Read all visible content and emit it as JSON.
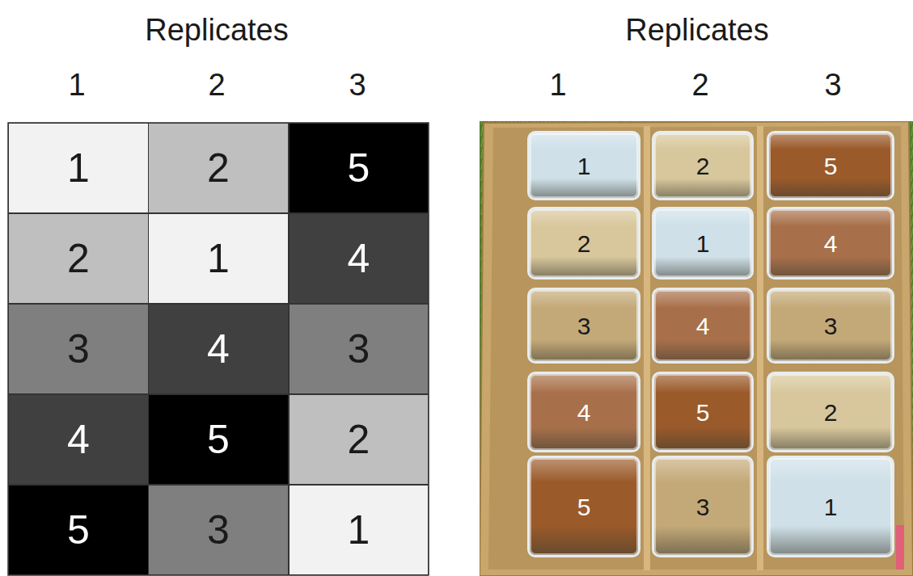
{
  "diagram": {
    "nodes": [
      {
        "text": [
          "1"
        ]
      },
      {
        "text": [
          "2"
        ]
      },
      {
        "text": [
          "5"
        ]
      },
      {
        "text": [
          "2"
        ]
      },
      {
        "text": [
          "1"
        ]
      },
      {
        "text": [
          "4"
        ]
      },
      {
        "text": [
          "3"
        ]
      },
      {
        "text": [
          "4"
        ]
      },
      {
        "text": [
          "3"
        ]
      },
      {
        "text": [
          "4"
        ]
      },
      {
        "text": [
          "5"
        ]
      },
      {
        "text": [
          "2"
        ]
      },
      {
        "text": [
          "5"
        ]
      },
      {
        "text": [
          "3"
        ]
      },
      {
        "text": [
          "1"
        ]
      },
      {
        "text": [
          "1"
        ]
      },
      {
        "text": [
          "2"
        ]
      },
      {
        "text": [
          "5"
        ]
      },
      {
        "text": [
          "2"
        ]
      },
      {
        "text": [
          "1"
        ]
      },
      {
        "text": [
          "4"
        ]
      },
      {
        "text": [
          "3"
        ]
      },
      {
        "text": [
          "4"
        ]
      },
      {
        "text": [
          "3"
        ]
      },
      {
        "text": [
          "4"
        ]
      },
      {
        "text": [
          "5"
        ]
      },
      {
        "text": [
          "2"
        ]
      },
      {
        "text": [
          "5"
        ]
      },
      {
        "text": [
          "3"
        ]
      },
      {
        "text": [
          "1"
        ]
      }
    ],
    "labels": [
      "Replicates",
      "1",
      "2",
      "3",
      "Replicates",
      "1",
      "2",
      "3"
    ]
  }
}
